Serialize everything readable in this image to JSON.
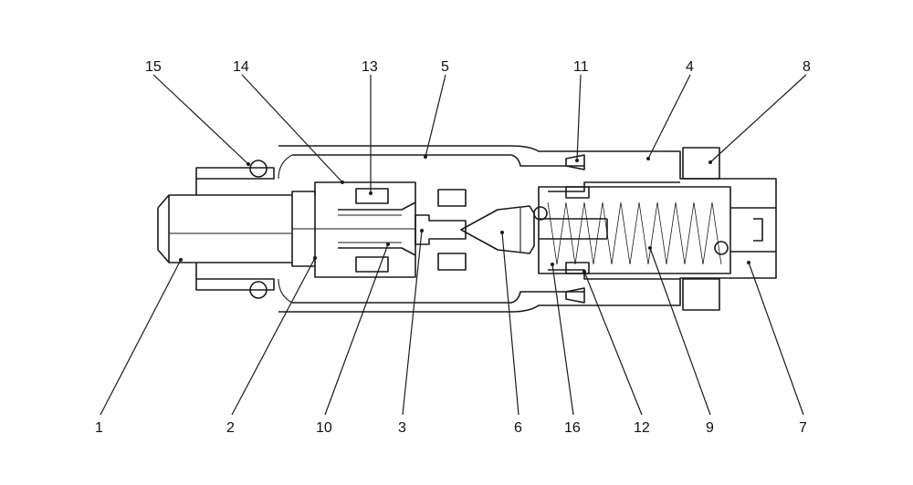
{
  "callouts": {
    "top": {
      "c15": "15",
      "c14": "14",
      "c13": "13",
      "c5": "5",
      "c11": "11",
      "c4": "4",
      "c8": "8"
    },
    "bottom": {
      "c1": "1",
      "c2": "2",
      "c10": "10",
      "c3": "3",
      "c6": "6",
      "c16": "16",
      "c12": "12",
      "c9": "9",
      "c7": "7"
    }
  },
  "colors": {
    "line": "#1a1a1a",
    "background": "#ffffff"
  }
}
